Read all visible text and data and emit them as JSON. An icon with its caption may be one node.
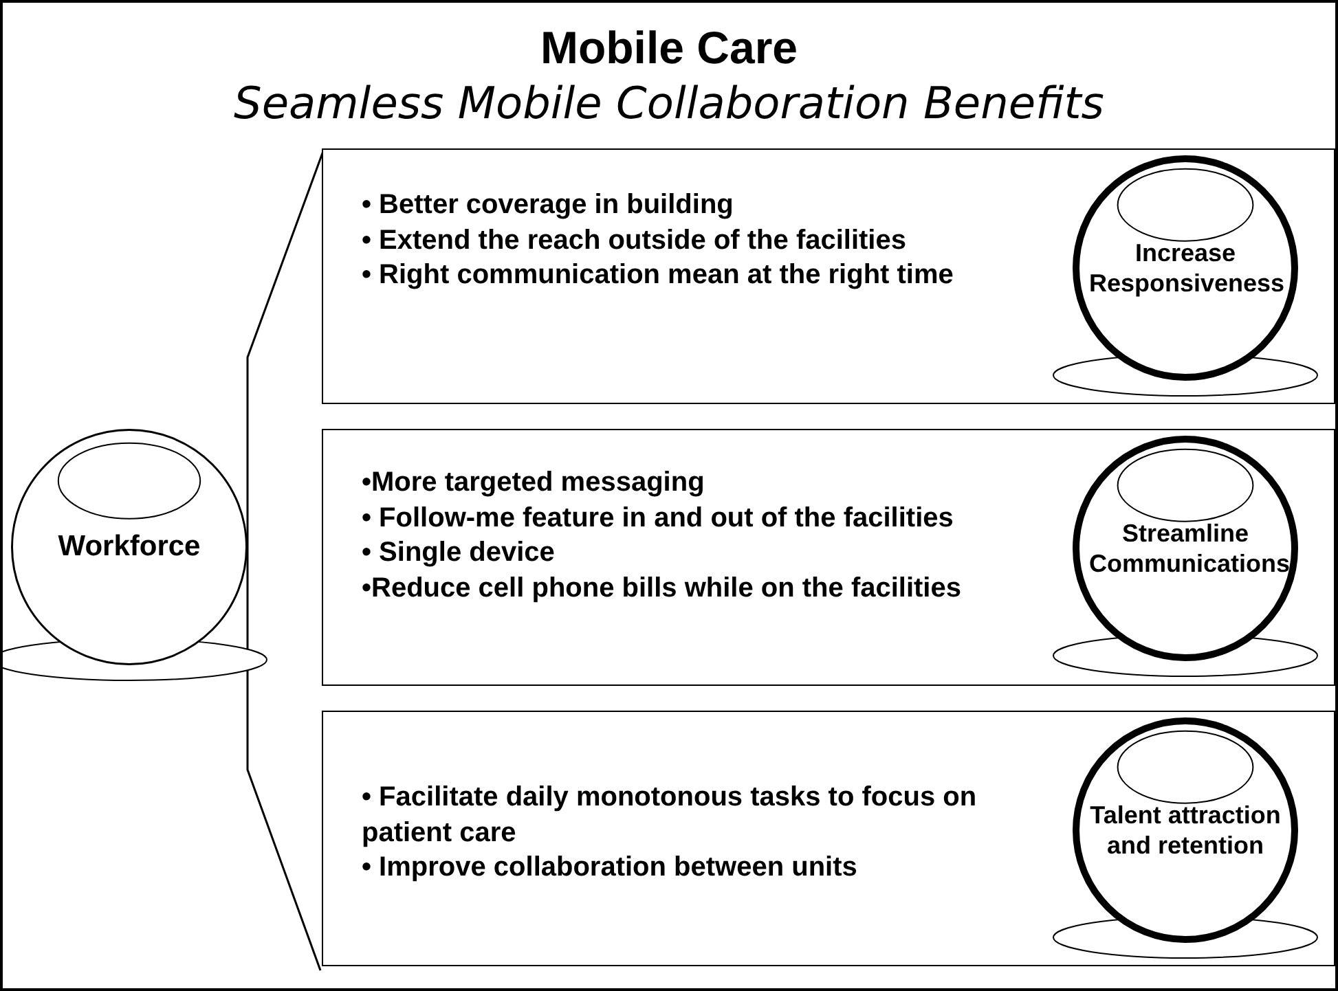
{
  "diagram": {
    "title": "Mobile Care",
    "nodes": [
      {
        "text": [
          "Workforce"
        ]
      },
      {
        "text": [
          "• Better coverage in building",
          "• Extend the reach outside of the facilities",
          "• Right communication mean at the right time"
        ]
      },
      {
        "text": [
          "Increase Responsiveness"
        ],
        "in": 1
      },
      {
        "text": [
          "•More targeted messaging",
          "• Follow-me feature in and out of the facilities",
          "• Single device",
          "•Reduce cell phone bills while on the facilities"
        ]
      },
      {
        "text": [
          "Streamline Communications"
        ],
        "in": 3
      },
      {
        "text": [
          "• Facilitate daily monotonous tasks to focus on patient care",
          "• Improve collaboration between units"
        ]
      },
      {
        "text": [
          "Talent attraction and retention"
        ],
        "in": 5
      }
    ],
    "labels": [
      "Seamless Mobile Collaboration Benefits"
    ]
  }
}
